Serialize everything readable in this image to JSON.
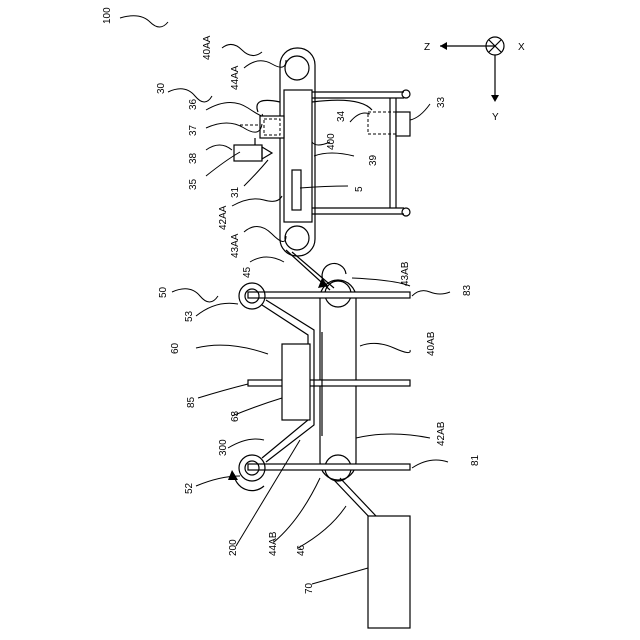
{
  "figure": {
    "labels": {
      "system": "100",
      "unit_40AA": "40AA",
      "belt_44AA": "44AA",
      "unit_30": "30",
      "n36": "36",
      "n37": "37",
      "n38": "38",
      "n35": "35",
      "n31": "31",
      "belt_42AA": "42AA",
      "roller_43AA": "43AA",
      "n45": "45",
      "n33": "33",
      "n34": "34",
      "n400": "400",
      "n39": "39",
      "n5": "5",
      "unit_50": "50",
      "n53": "53",
      "unit_60": "60",
      "n85": "85",
      "n63": "63",
      "n300": "300",
      "n52": "52",
      "n200": "200",
      "belt_44AB": "44AB",
      "n46": "46",
      "n70": "70",
      "roller_43AB": "43AB",
      "n83": "83",
      "unit_40AB": "40AB",
      "belt_42AB": "42AB",
      "n81": "81"
    },
    "axes": {
      "z": "Z",
      "x": "X",
      "y": "Y"
    }
  }
}
